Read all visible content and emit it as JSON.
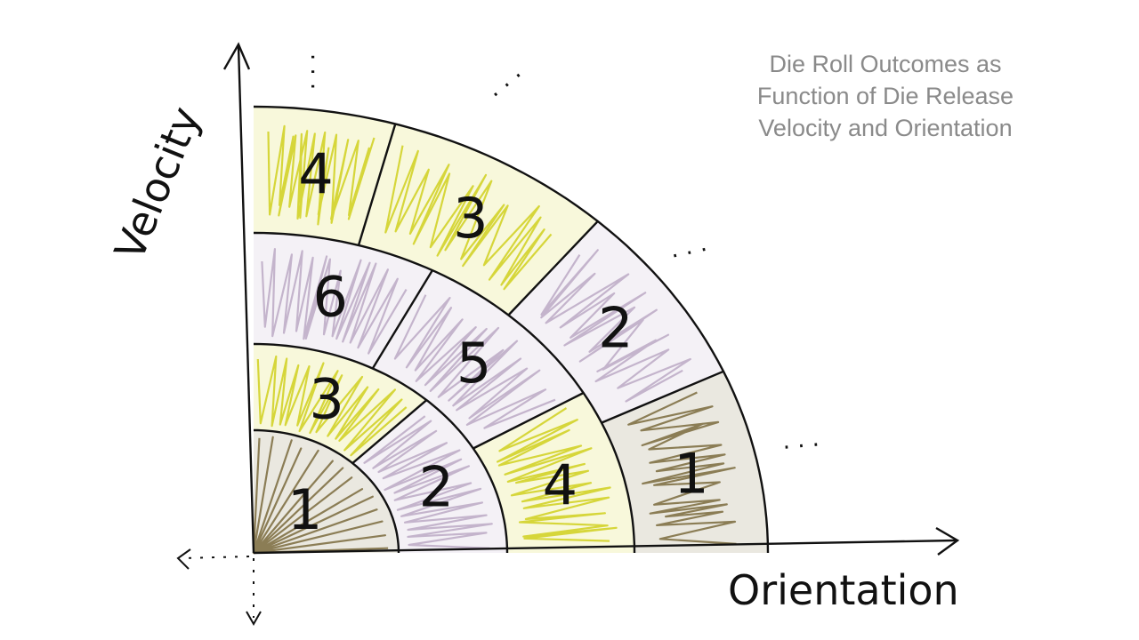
{
  "title": [
    "Die Roll Outcomes as",
    "Function of Die Release",
    "Velocity and Orientation"
  ],
  "axes": {
    "x_label": "Orientation",
    "y_label": "Velocity"
  },
  "ellipsis": ". . .",
  "colors": {
    "olive": "#8b7d55",
    "lavender": "#c4b4cc",
    "yellow": "#d6d63a",
    "ink": "#111111",
    "title_gray": "#8a8a8a"
  },
  "rings": [
    {
      "cells": [
        {
          "face": "1",
          "color": "olive"
        }
      ]
    },
    {
      "cells": [
        {
          "face": "2",
          "color": "lavender"
        },
        {
          "face": "3",
          "color": "yellow"
        }
      ]
    },
    {
      "cells": [
        {
          "face": "4",
          "color": "yellow"
        },
        {
          "face": "5",
          "color": "lavender"
        },
        {
          "face": "6",
          "color": "lavender"
        }
      ]
    },
    {
      "cells": [
        {
          "face": "1",
          "color": "olive"
        },
        {
          "face": "2",
          "color": "lavender"
        },
        {
          "face": "3",
          "color": "yellow"
        },
        {
          "face": "4",
          "color": "yellow"
        }
      ]
    }
  ]
}
